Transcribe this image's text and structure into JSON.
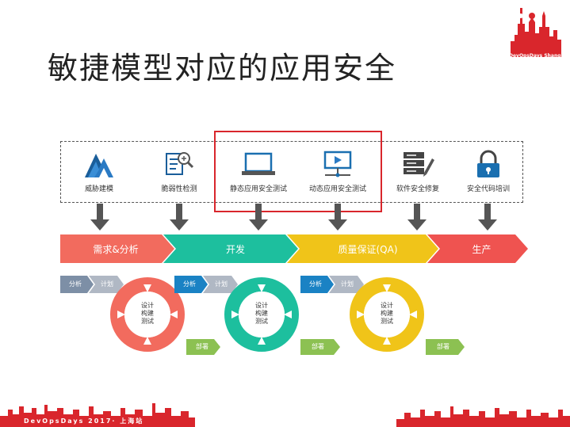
{
  "title": "敏捷模型对应的应用安全",
  "logo": {
    "text": "DevOpsDays Shanghai"
  },
  "tools": [
    {
      "label": "威胁建模",
      "icon": "threat-model-icon"
    },
    {
      "label": "脆弱性检测",
      "icon": "vulnerability-scan-icon"
    },
    {
      "label": "静态应用安全测试",
      "icon": "laptop-icon"
    },
    {
      "label": "动态应用安全测试",
      "icon": "monitor-play-icon"
    },
    {
      "label": "软件安全修复",
      "icon": "server-fix-icon"
    },
    {
      "label": "安全代码培训",
      "icon": "lock-icon"
    }
  ],
  "phases": [
    {
      "label": "需求&分析",
      "color": "#f26b5e"
    },
    {
      "label": "开发",
      "color": "#1dbf9e"
    },
    {
      "label": "质量保证(QA)",
      "color": "#f0c419"
    },
    {
      "label": "生产",
      "color": "#ef5350"
    }
  ],
  "cycles": [
    {
      "analyze": "分析",
      "plan": "计划",
      "center": [
        "设计",
        "构建",
        "测试"
      ],
      "deploy": "部署",
      "color": "#f26b5e",
      "analyze_color": "#7d8fa6"
    },
    {
      "analyze": "分析",
      "plan": "计划",
      "center": [
        "设计",
        "构建",
        "测试"
      ],
      "deploy": "部署",
      "color": "#1dbf9e",
      "analyze_color": "#1a82c4"
    },
    {
      "analyze": "分析",
      "plan": "计划",
      "center": [
        "设计",
        "构建",
        "测试"
      ],
      "deploy": "部署",
      "color": "#f0c419",
      "analyze_color": "#1a82c4"
    }
  ],
  "footer": {
    "text": "DevOpsDays 2017· 上海站"
  },
  "colors": {
    "accent_red": "#d9262c",
    "deploy_green": "#8cc152",
    "plan_gray": "#b0b8c4",
    "arrow_gray": "#555555"
  }
}
